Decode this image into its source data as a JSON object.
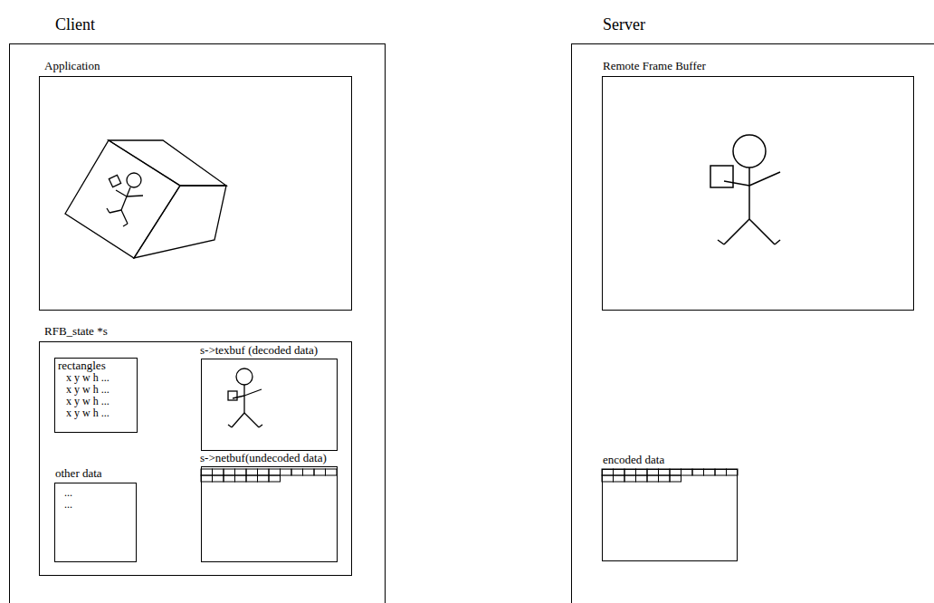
{
  "diagram": {
    "nodes": [
      {
        "text": [
          "Client"
        ]
      },
      {
        "text": [
          "Application"
        ],
        "in": 0
      },
      {
        "text": [
          "RFB_state *s"
        ],
        "in": 0
      },
      {
        "text": [
          "rectangles",
          "x y w h ...",
          "x y w h ...",
          "x y w h ...",
          "x y w h ..."
        ],
        "in": 2
      },
      {
        "text": [
          "s->texbuf (decoded data)"
        ],
        "in": 2
      },
      {
        "text": [
          "other data",
          "...",
          "..."
        ],
        "in": 2
      },
      {
        "text": [
          "s->netbuf(undecoded data)"
        ],
        "in": 2
      },
      {
        "text": [
          "Server"
        ]
      },
      {
        "text": [
          "Remote Frame Buffer"
        ],
        "in": 7
      },
      {
        "text": [
          "encoded data"
        ],
        "in": 7
      }
    ]
  }
}
